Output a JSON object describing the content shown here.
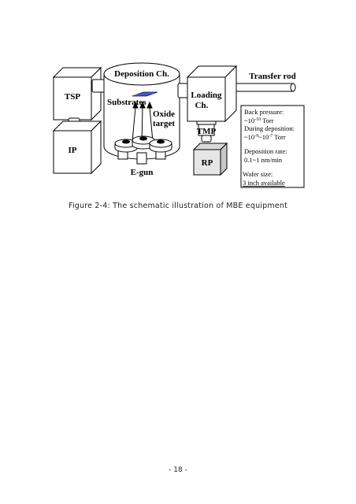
{
  "diagram": {
    "labels": {
      "tsp": "TSP",
      "ip": "IP",
      "deposition_chamber": "Deposition Ch.",
      "substrates": "Substrates",
      "oxide_line1": "Oxide",
      "oxide_line2": "target",
      "egun": "E-gun",
      "loading_line1": "Loading",
      "loading_line2": "Ch.",
      "tmp": "TMP",
      "rp": "RP",
      "transfer_rod": "Transfer rod"
    },
    "info_box": {
      "back_pressure_label": "Back pressure:",
      "back_pressure_value": "~10",
      "back_pressure_exp": "-10",
      "back_pressure_unit": " Torr",
      "during_deposition_label": "During deposition:",
      "dd_a": "~10",
      "dd_a_exp": "-9",
      "dd_mid": "~10",
      "dd_b_exp": "-7",
      "dd_unit": " Torr",
      "deposition_rate_label": "Deposition rate:",
      "deposition_rate_value": "0.1~1 nm/min",
      "wafer_size_label": "Wafer size:",
      "wafer_size_value": "3 inch available"
    }
  },
  "caption": "Figure 2-4: The schematic illustration of MBE equipment",
  "page_number": "- 18 -"
}
